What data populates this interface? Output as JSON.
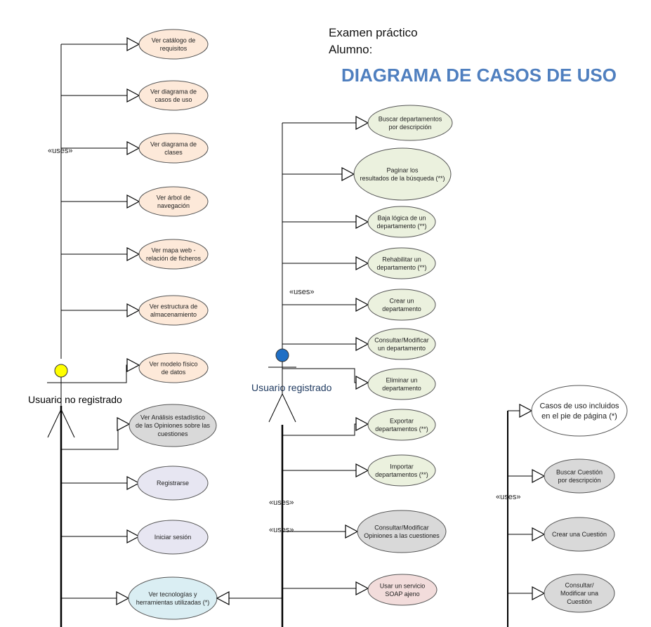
{
  "header": {
    "line1": "Examen práctico",
    "line2": "Alumno:",
    "title": "DIAGRAMA DE CASOS DE USO"
  },
  "actors": {
    "unregistered": {
      "label": "Usuario no registrado",
      "head_color": "#ffff00"
    },
    "registered": {
      "label": "Usuario registrado",
      "head_color": "#1f6fc5"
    }
  },
  "uses_label": "«uses»",
  "colors": {
    "peach": "#fde9d9",
    "green": "#ebf1de",
    "gray": "#d9d9d9",
    "lavender": "#e7e6f2",
    "lightblue": "#daeef3",
    "pink": "#f2dcdb",
    "white": "#ffffff"
  },
  "use_cases": {
    "ver_catalogo": "Ver catálogo de\nrequisitos",
    "ver_diagrama_cu": "Ver diagrama de\ncasos de uso",
    "ver_diagrama_clases": "Ver diagrama de\nclases",
    "ver_arbol": "Ver árbol de\nnavegación",
    "ver_mapa": "Ver mapa web -\nrelación de ficheros",
    "ver_estructura": "Ver estructura de\nalmacenamiento",
    "ver_modelo": "Ver modelo físico\nde datos",
    "ver_analisis": "Ver Análisis estadístico\nde las Opiniones sobre las\ncuestiones",
    "registrarse": "Registrarse",
    "iniciar_sesion": "Iniciar sesión",
    "ver_tecnologias": "Ver tecnologías y\nherramientas utilizadas (*)",
    "buscar_dep": "Buscar departamentos\npor descripción",
    "paginar": "Paginar los\nresultados de la búsqueda (**)",
    "baja_logica": "Baja lógica de un\ndepartamento (**)",
    "rehabilitar": "Rehabilitar un\ndepartamento (**)",
    "crear_dep": "Crear un\ndepartamento",
    "consultar_dep": "Consultar/Modificar\nun departamento",
    "eliminar_dep": "Eliminar un\ndepartamento",
    "exportar": "Exportar\ndepartamentos (**)",
    "importar": "Importar\ndepartamentos (**)",
    "consultar_opiniones": "Consultar/Modificar\nOpiniones a las cuestiones",
    "usar_soap": "Usar un servicio\nSOAP ajeno",
    "casos_incluidos": "Casos de uso incluidos\nen el pie de página (*)",
    "buscar_cuestion": "Buscar Cuestión\npor descripción",
    "crear_cuestion": "Crear una Cuestión",
    "consultar_cuestion": "Consultar/\nModificar una\nCuestión"
  }
}
